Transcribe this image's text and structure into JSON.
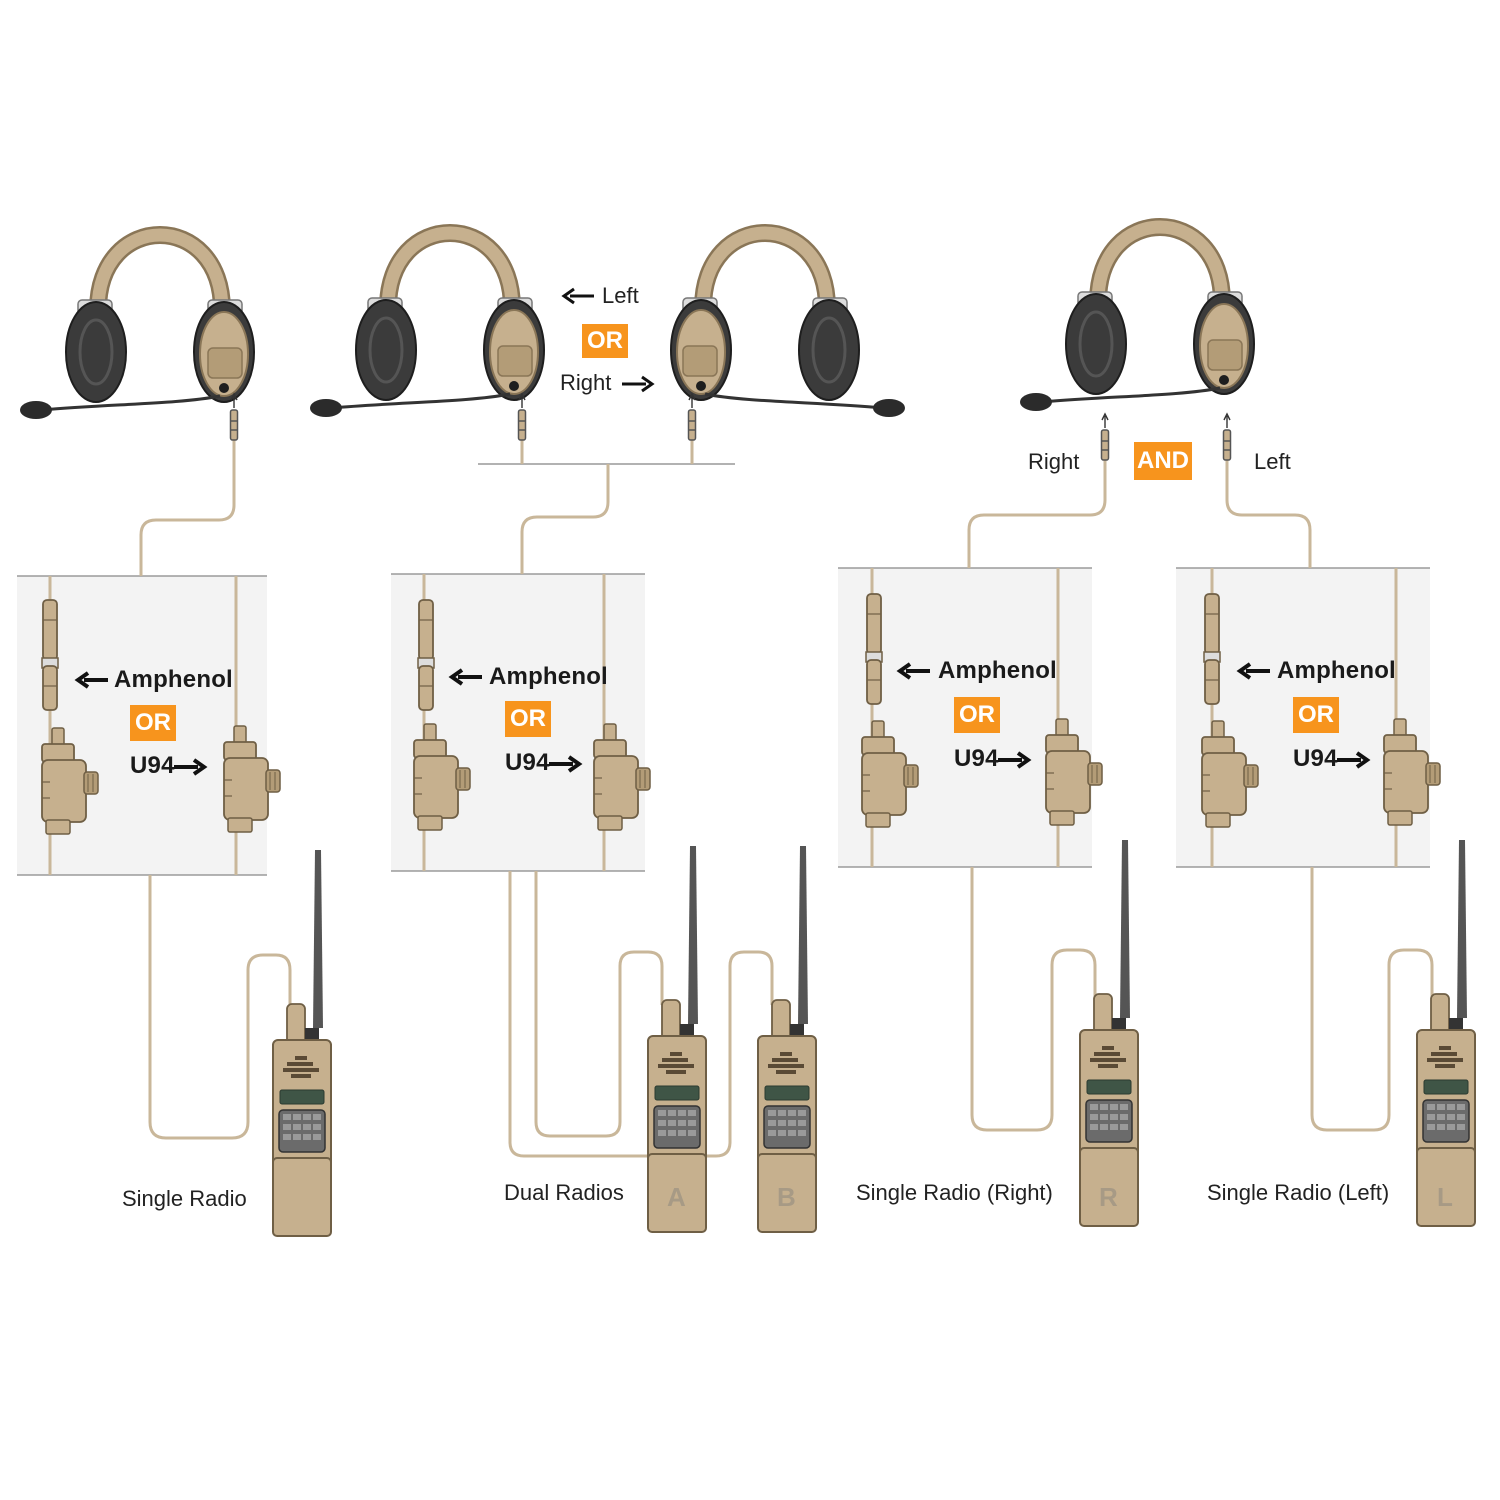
{
  "colors": {
    "cable": "#c9b79a",
    "tan": "#c6b08e",
    "tan_dark": "#8a7657",
    "cushion": "#3b3b3b",
    "panel": "#f3f3f3",
    "orange": "#f7941d",
    "antenna": "#555555",
    "screen": "#3f5546"
  },
  "icons": [
    "headset-icon",
    "radio-icon",
    "ptt-adapter-icon",
    "arrow-left-icon",
    "arrow-right-icon"
  ],
  "labels": {
    "amphenol": "Amphenol",
    "u94": "U94",
    "or": "OR",
    "and": "AND",
    "left": "Left",
    "right": "Right"
  },
  "configs": [
    {
      "caption": "Single Radio",
      "radio_letters": []
    },
    {
      "caption": "Dual Radios",
      "radio_letters": [
        "A",
        "B"
      ]
    },
    {
      "caption": "Single Radio (Right)",
      "radio_letters": [
        "R"
      ]
    },
    {
      "caption": "Single Radio (Left)",
      "radio_letters": [
        "L"
      ]
    }
  ]
}
